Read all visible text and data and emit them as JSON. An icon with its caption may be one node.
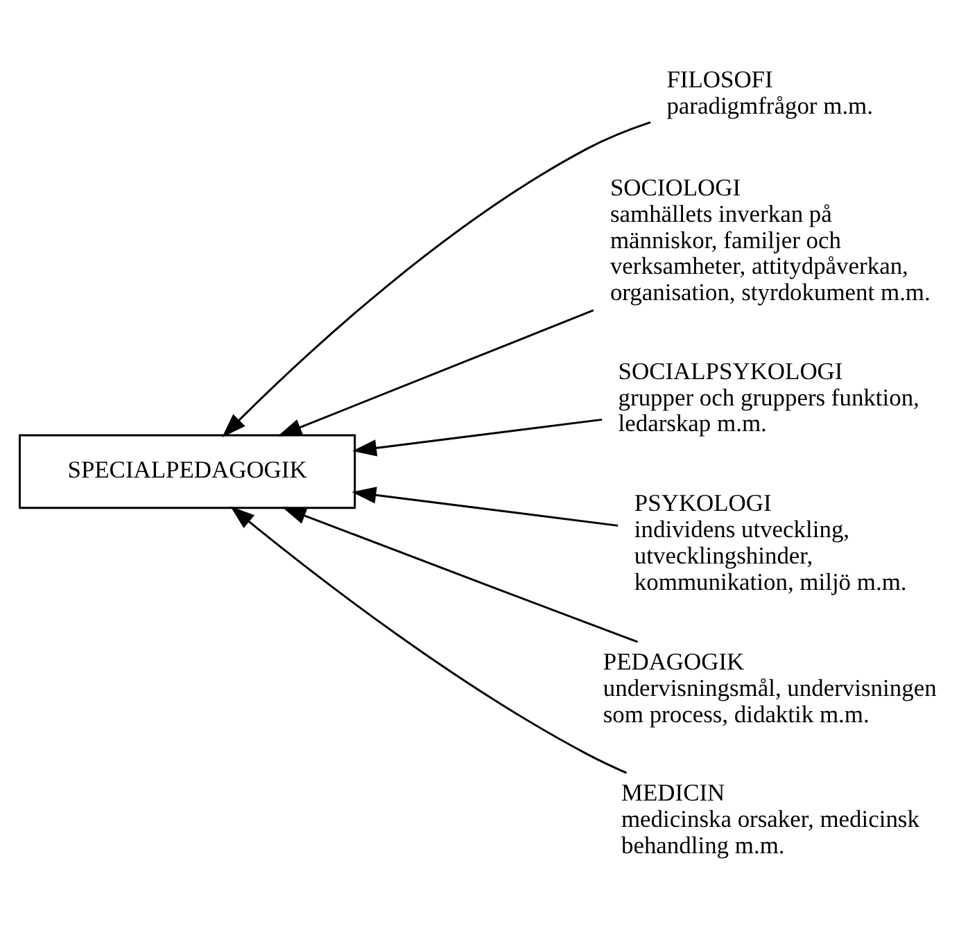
{
  "diagram": {
    "nodes": [
      {
        "text": [
          "SPECIALPEDAGOGIK"
        ]
      },
      {
        "text": [
          "FILOSOFI",
          "paradigmfrågor m.m."
        ]
      },
      {
        "text": [
          "SOCIOLOGI",
          "samhällets inverkan på människor, familjer och verksamheter, attitydpåverkan, organisation, styrdokument m.m."
        ]
      },
      {
        "text": [
          "SOCIALPSYKOLOGI",
          "grupper och gruppers funktion, ledarskap m.m."
        ]
      },
      {
        "text": [
          "PSYKOLOGI",
          "individens utveckling, utvecklingshinder, kommunikation, miljö m.m."
        ]
      },
      {
        "text": [
          "PEDAGOGIK",
          "undervisningsmål, undervisningen som process, didaktik m.m."
        ]
      },
      {
        "text": [
          "MEDICIN",
          "medicinska orsaker, medicinsk behandling m.m."
        ]
      }
    ],
    "edges": [
      {
        "from": 1,
        "to": 0,
        "arrow": "to"
      },
      {
        "from": 2,
        "to": 0,
        "arrow": "to"
      },
      {
        "from": 3,
        "to": 0,
        "arrow": "to"
      },
      {
        "from": 4,
        "to": 0,
        "arrow": "to"
      },
      {
        "from": 5,
        "to": 0,
        "arrow": "to"
      },
      {
        "from": 6,
        "to": 0,
        "arrow": "to"
      }
    ]
  }
}
